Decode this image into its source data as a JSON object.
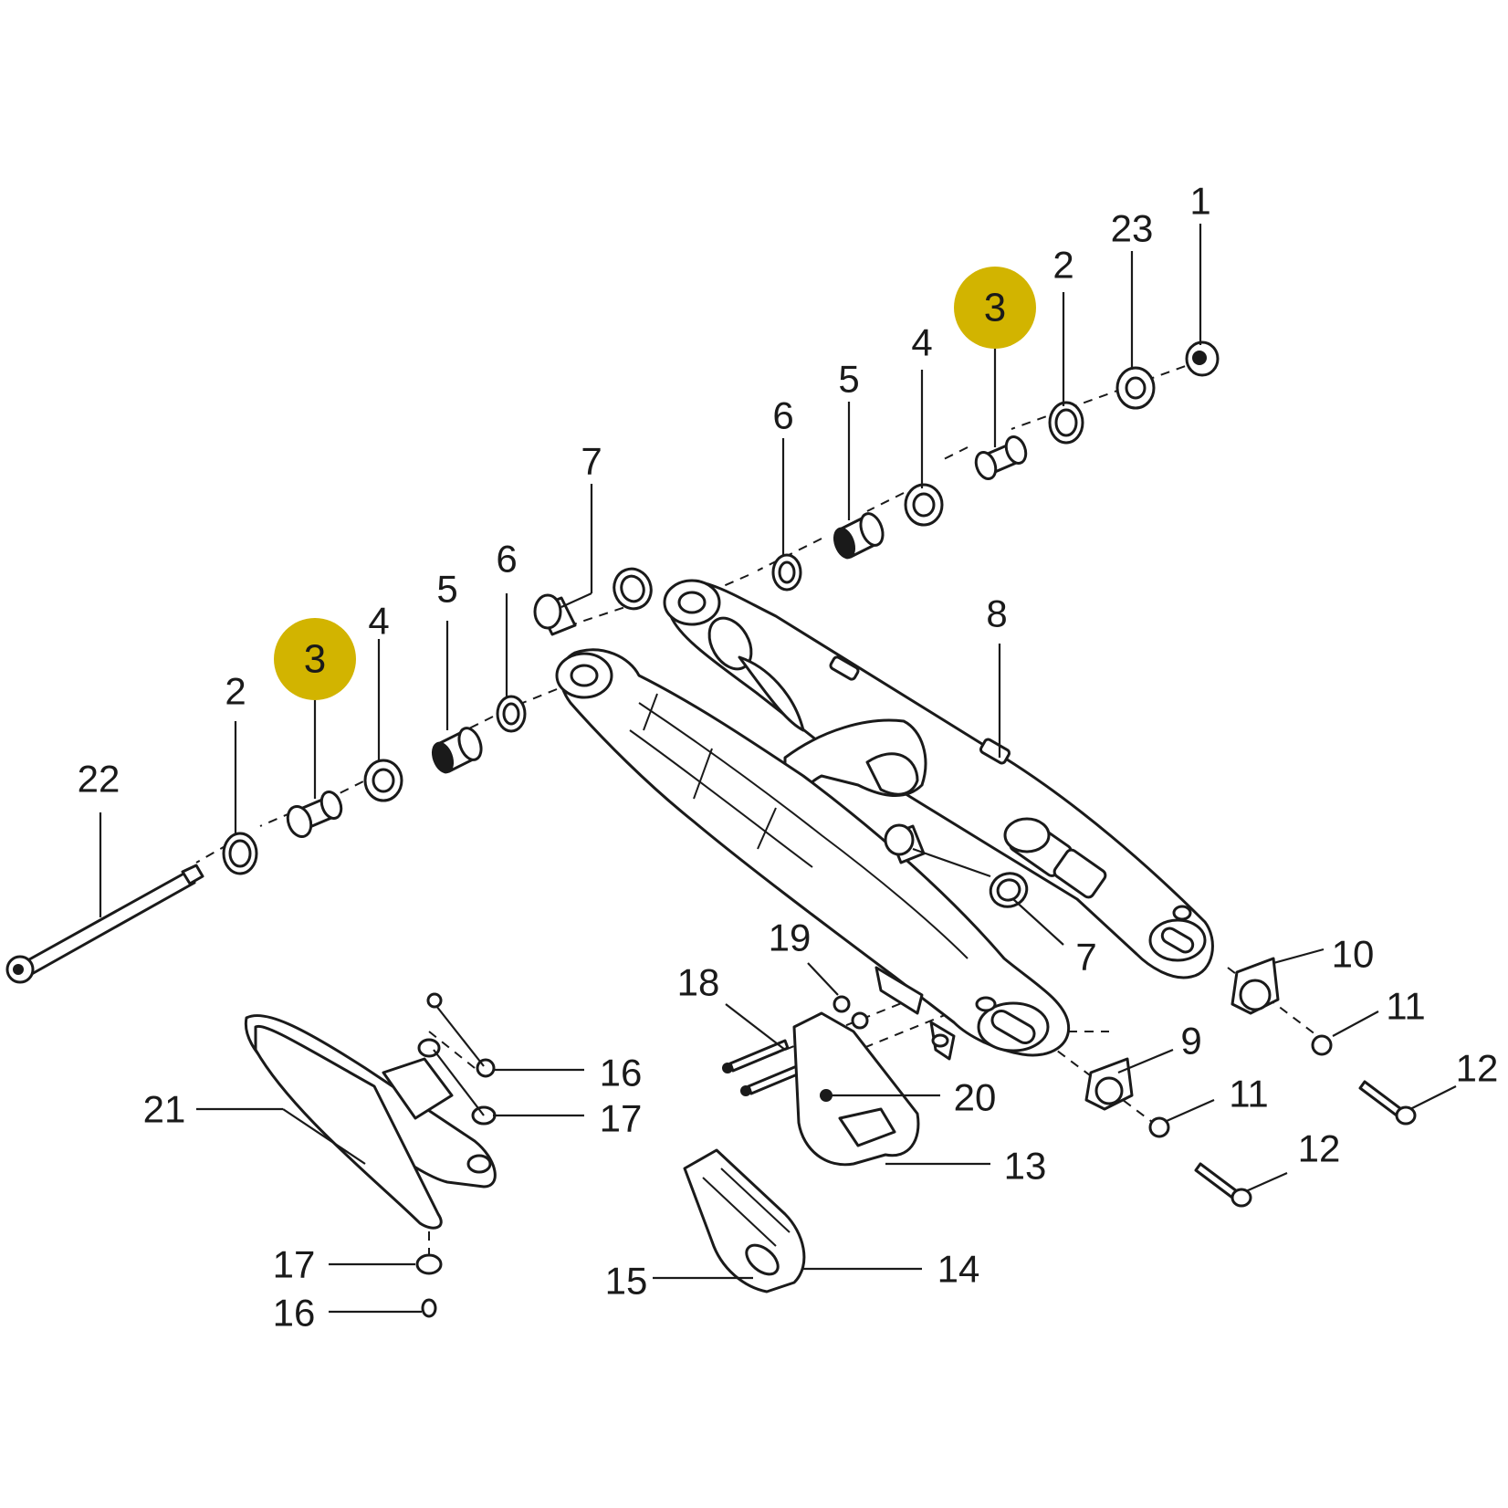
{
  "diagram": {
    "highlight_color": "#d2b400",
    "line_color": "#1a1a1a",
    "callouts": [
      {
        "id": "c1",
        "label": "1"
      },
      {
        "id": "c23",
        "label": "23"
      },
      {
        "id": "c2a",
        "label": "2"
      },
      {
        "id": "c3a",
        "label": "3",
        "highlighted": true
      },
      {
        "id": "c4a",
        "label": "4"
      },
      {
        "id": "c5a",
        "label": "5"
      },
      {
        "id": "c6a",
        "label": "6"
      },
      {
        "id": "c7a",
        "label": "7"
      },
      {
        "id": "c8",
        "label": "8"
      },
      {
        "id": "c6b",
        "label": "6"
      },
      {
        "id": "c5b",
        "label": "5"
      },
      {
        "id": "c4b",
        "label": "4"
      },
      {
        "id": "c3b",
        "label": "3",
        "highlighted": true
      },
      {
        "id": "c2b",
        "label": "2"
      },
      {
        "id": "c22",
        "label": "22"
      },
      {
        "id": "c7b",
        "label": "7"
      },
      {
        "id": "c10",
        "label": "10"
      },
      {
        "id": "c11a",
        "label": "11"
      },
      {
        "id": "c12a",
        "label": "12"
      },
      {
        "id": "c9",
        "label": "9"
      },
      {
        "id": "c11b",
        "label": "11"
      },
      {
        "id": "c12b",
        "label": "12"
      },
      {
        "id": "c19",
        "label": "19"
      },
      {
        "id": "c18",
        "label": "18"
      },
      {
        "id": "c20",
        "label": "20"
      },
      {
        "id": "c13",
        "label": "13"
      },
      {
        "id": "c16a",
        "label": "16"
      },
      {
        "id": "c17a",
        "label": "17"
      },
      {
        "id": "c21",
        "label": "21"
      },
      {
        "id": "c17b",
        "label": "17"
      },
      {
        "id": "c16b",
        "label": "16"
      },
      {
        "id": "c15",
        "label": "15"
      },
      {
        "id": "c14",
        "label": "14"
      }
    ]
  }
}
